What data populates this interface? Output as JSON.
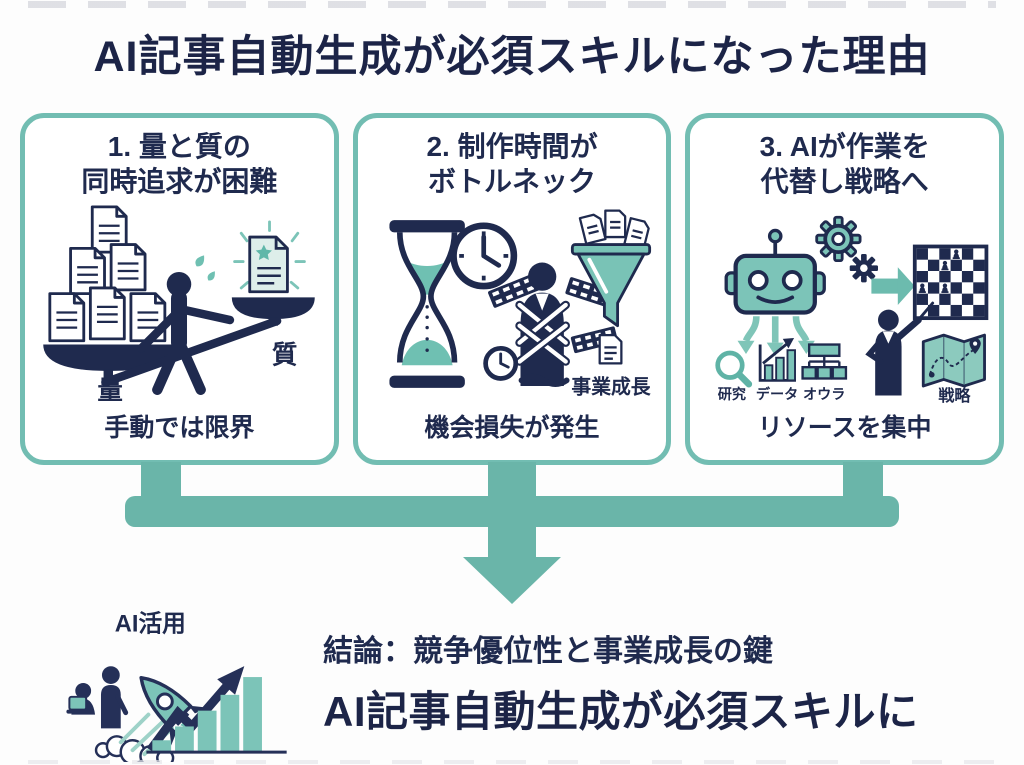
{
  "title": "AI記事自動生成が必須スキルになった理由",
  "panels": [
    {
      "title_line1": "1. 量と質の",
      "title_line2": "同時追求が困難",
      "label_quantity": "量",
      "label_quality": "質",
      "caption": "手動では限界"
    },
    {
      "title_line1": "2. 制作時間が",
      "title_line2": "ボトルネック",
      "label_growth": "事業成長",
      "caption": "機会損失が発生"
    },
    {
      "title_line1": "3. AIが作業を",
      "title_line2": "代替し戦略へ",
      "label_research": "研究",
      "label_data": "データ",
      "label_aura": "オウラ",
      "label_strategy": "戦略",
      "caption": "リソースを集中"
    }
  ],
  "conclusion": {
    "rocket_label": "AI活用",
    "line1": "結論：競争優位性と事業成長の鍵",
    "line2": "AI記事自動生成が必須スキルに"
  },
  "colors": {
    "navy": "#1f2a4e",
    "teal": "#6ab5a9",
    "teal_light": "#7cc4b8",
    "paper": "#fdfdfd"
  }
}
